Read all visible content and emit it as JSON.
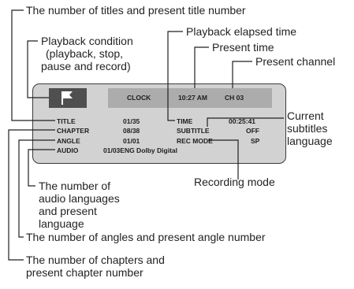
{
  "callouts": {
    "titles": "The number of titles and present title number",
    "playback_condition": [
      "Playback condition",
      "(playback, stop,",
      "pause and record)"
    ],
    "elapsed_time": "Playback elapsed time",
    "present_time": "Present time",
    "present_channel": "Present channel",
    "subtitles_language": [
      "Current",
      "subtitles",
      "language"
    ],
    "recording_mode": "Recording mode",
    "audio_languages": [
      "The number of",
      "audio languages",
      "and present",
      "language"
    ],
    "angles": "The number of angles and present angle number",
    "chapters": [
      "The number of chapters and",
      "present chapter number"
    ]
  },
  "screen": {
    "icon": "flag-icon",
    "clock_label": "CLOCK",
    "clock_time": "10:27 AM",
    "channel": "CH 03",
    "title_label": "TITLE",
    "title_value": "01/35",
    "chapter_label": "CHAPTER",
    "chapter_value": "08/38",
    "angle_label": "ANGLE",
    "angle_value": "01/01",
    "audio_label": "AUDIO",
    "audio_value": "01/03ENG Dolby Digital",
    "time_label": "TIME",
    "time_value": "00:25:41",
    "subtitle_label": "SUBTITLE",
    "subtitle_value": "OFF",
    "recmode_label": "REC MODE",
    "recmode_value": "SP"
  }
}
